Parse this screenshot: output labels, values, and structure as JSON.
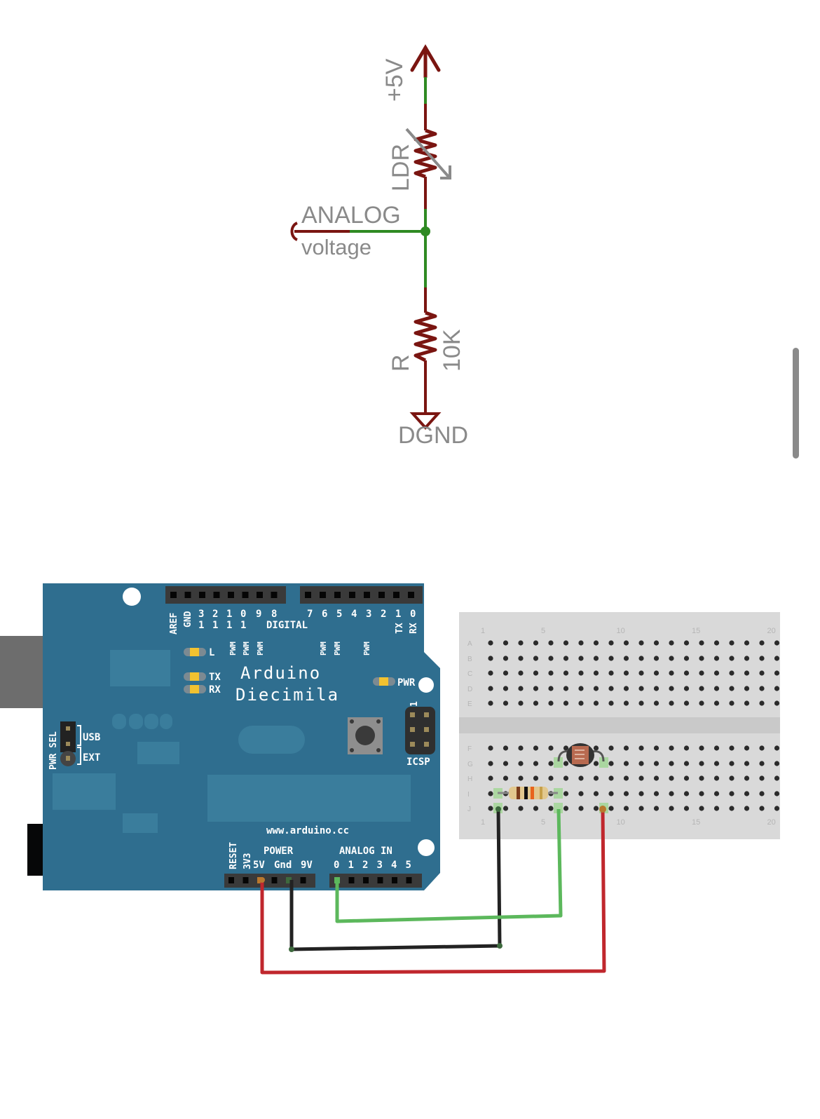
{
  "schematic": {
    "supply_label": "+5V",
    "ldr_label": "LDR",
    "analog_label_line1": "ANALOG",
    "analog_label_line2": "voltage",
    "resistor_name": "R",
    "resistor_value": "10K",
    "ground_label": "DGND",
    "colors": {
      "wire_component": "#7a1511",
      "net": "#2f8a23",
      "label": "#8a8a8a"
    }
  },
  "arduino": {
    "board_name_line1": "Arduino",
    "board_name_line2": "Diecimila",
    "url": "www.arduino.cc",
    "digital_label": "DIGITAL",
    "digital_top_numbers": [
      "3",
      "2",
      "1",
      "0",
      "9",
      "8",
      "7",
      "6",
      "5",
      "4",
      "3",
      "2",
      "1",
      "0"
    ],
    "digital_tens": [
      "1",
      "1",
      "1",
      "1"
    ],
    "aref_label": "AREF",
    "gnd_label": "GND",
    "tx_pin_label": "TX",
    "rx_pin_label": "RX",
    "pwm_label": "PWM",
    "led_l": "L",
    "led_tx": "TX",
    "led_rx": "RX",
    "led_pwr": "PWR",
    "icsp_label": "ICSP",
    "icsp_pin1": "1",
    "pwr_sel_label": "PWR SEL",
    "usb_label": "USB",
    "ext_label": "EXT",
    "reset_label": "RESET",
    "v33_label": "3V3",
    "power_label": "POWER",
    "power_pins": [
      "5V",
      "Gnd",
      "9V"
    ],
    "analog_in_label": "ANALOG IN",
    "analog_pins": [
      "0",
      "1",
      "2",
      "3",
      "4",
      "5"
    ],
    "colors": {
      "board": "#2f6e8f",
      "header": "#3a3a3a",
      "led": "#f2c230"
    }
  },
  "breadboard": {
    "column_numbers": [
      "1",
      "5",
      "10",
      "15",
      "20"
    ],
    "rows_top": [
      "A",
      "B",
      "C",
      "D",
      "E"
    ],
    "rows_bottom": [
      "F",
      "G",
      "H",
      "I",
      "J"
    ],
    "columns": 20
  },
  "wires": [
    {
      "name": "5v-wire",
      "color": "#c0272d",
      "from": "5V",
      "to": "J9"
    },
    {
      "name": "gnd-wire",
      "color": "#222222",
      "from": "Gnd",
      "to": "J2"
    },
    {
      "name": "analog-wire",
      "color": "#5cb85c",
      "from": "A0",
      "to": "J6"
    }
  ]
}
